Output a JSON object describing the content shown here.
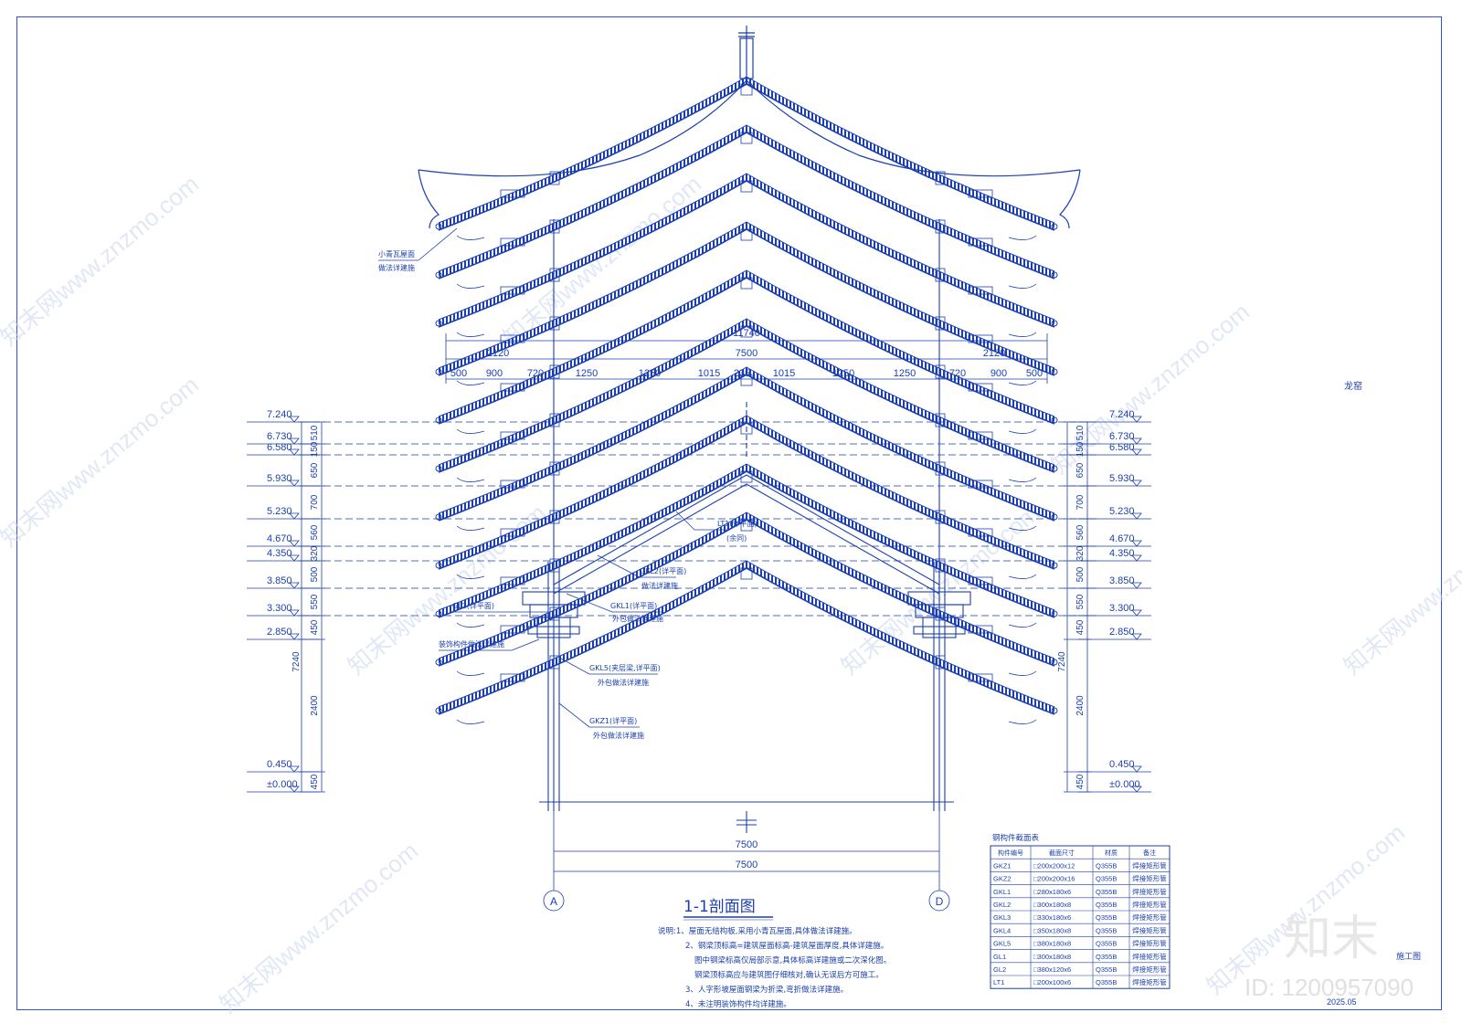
{
  "drawing": {
    "title": "1-1剖面图",
    "side_label": "龙窑",
    "stamp_sheet": "施工图",
    "stamp_date": "2025.05",
    "logo": "知末",
    "logo_id": "ID: 1200957090",
    "watermark": "知末网www.znzmo.com"
  },
  "top_dims": {
    "overall": "11740",
    "span": "7500",
    "left_half": "2120",
    "right_half": "2120",
    "segments": [
      "500",
      "900",
      "720",
      "1250",
      "1250",
      "1015",
      "235",
      "1015",
      "1250",
      "1250",
      "720",
      "900",
      "500"
    ]
  },
  "bottom_dims": {
    "d1": "7500",
    "d2": "7500"
  },
  "axes": [
    "A",
    "D"
  ],
  "elevations": [
    "7.240",
    "6.730",
    "6.580",
    "5.930",
    "5.230",
    "4.670",
    "4.350",
    "3.850",
    "3.300",
    "2.850",
    "0.450",
    "±0.000"
  ],
  "level_dims": [
    "510",
    "150",
    "650",
    "700",
    "560",
    "320",
    "500",
    "550",
    "450",
    "2400",
    "450"
  ],
  "total_height": "7240",
  "callouts": {
    "roof_tile": [
      "小青瓦屋面",
      "做法详建施"
    ],
    "lt1": [
      "LT1(详平面)",
      "(余同)"
    ],
    "gkl2": [
      "GKL2(详平面)",
      "做法详建施"
    ],
    "gl2": "GL2(详平面)",
    "gkl1": [
      "GKL1(详平面)",
      "外包做法详建施"
    ],
    "deco": "装饰构件做法详建施",
    "gkl5": [
      "GKL5(夹层梁,详平面)",
      "外包做法详建施"
    ],
    "gkz1": [
      "GKZ1(详平面)",
      "外包做法详建施"
    ]
  },
  "notes": [
    "说明:1、屋面无结构板,采用小青瓦屋面,具体做法详建施。",
    "2、钢梁顶标高=建筑屋面标高-建筑屋面厚度,具体详建施。",
    "图中钢梁标高仅局部示意,具体标高详建施或二次深化图。",
    "钢梁顶标高应与建筑图仔细核对,确认无误后方可施工。",
    "3、人字形坡屋面钢梁为折梁,弯折做法详建施。",
    "4、未注明装饰构件均详建施。"
  ],
  "table": {
    "caption": "钢构件截面表",
    "headers": [
      "构件编号",
      "截面尺寸",
      "材质",
      "备注"
    ],
    "rows": [
      [
        "GKZ1",
        "□200x200x12",
        "Q355B",
        "焊接矩形管"
      ],
      [
        "GKZ2",
        "□200x200x16",
        "Q355B",
        "焊接矩形管"
      ],
      [
        "GKL1",
        "□280x180x6",
        "Q355B",
        "焊接矩形管"
      ],
      [
        "GKL2",
        "□300x180x8",
        "Q355B",
        "焊接矩形管"
      ],
      [
        "GKL3",
        "□330x180x6",
        "Q355B",
        "焊接矩形管"
      ],
      [
        "GKL4",
        "□350x180x8",
        "Q355B",
        "焊接矩形管"
      ],
      [
        "GKL5",
        "□380x180x8",
        "Q355B",
        "焊接矩形管"
      ],
      [
        "GL1",
        "□300x180x8",
        "Q355B",
        "焊接矩形管"
      ],
      [
        "GL2",
        "□380x120x6",
        "Q355B",
        "焊接矩形管"
      ],
      [
        "LT1",
        "□200x100x6",
        "Q355B",
        "焊接矩形管"
      ]
    ]
  }
}
